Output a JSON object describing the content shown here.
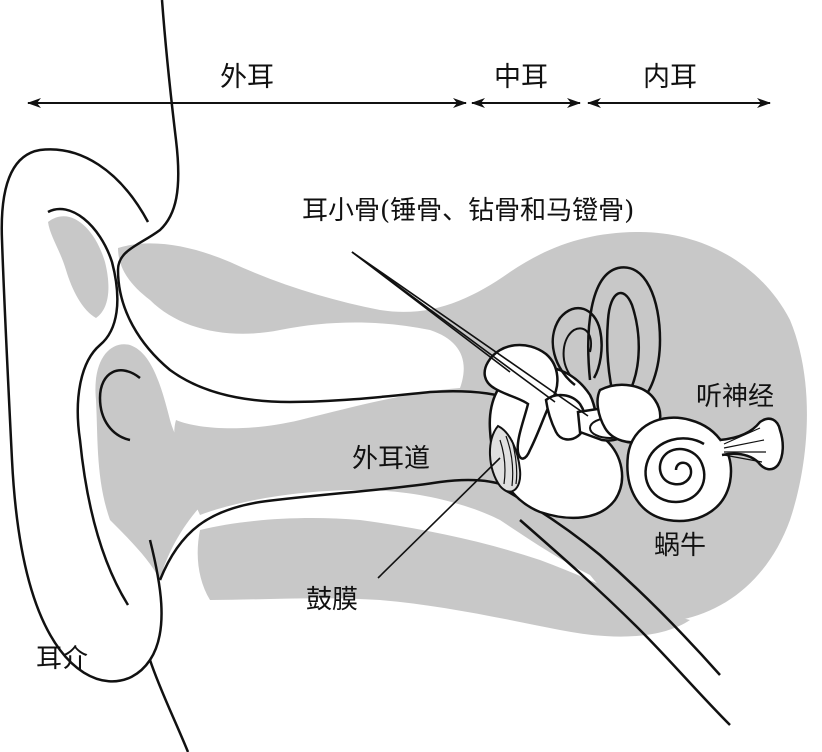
{
  "sections": {
    "outer_ear": "外耳",
    "middle_ear": "中耳",
    "inner_ear": "内耳"
  },
  "labels": {
    "ossicles": "耳小骨(锤骨、钻骨和马镫骨)",
    "auditory_nerve": "听神经",
    "ear_canal": "外耳道",
    "cochlea": "蜗牛",
    "eardrum": "鼓膜",
    "pinna": "耳介"
  },
  "colors": {
    "line": "#111111",
    "tissue": "#c8c8c8",
    "background": "#ffffff"
  }
}
